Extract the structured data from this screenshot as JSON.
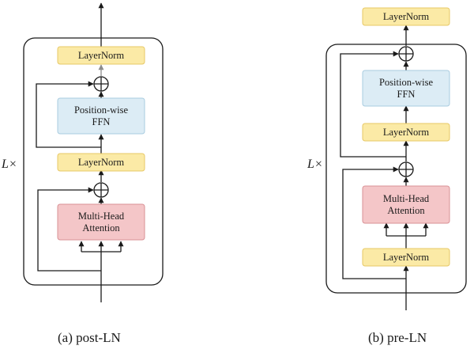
{
  "colors": {
    "layernorm_fill": "#fbeaa6",
    "layernorm_stroke": "#e7c866",
    "ffn_fill": "#dcecf5",
    "ffn_stroke": "#a9cce0",
    "attention_fill": "#f4c6c8",
    "attention_stroke": "#d99196",
    "line": "#1a1a1a",
    "arrow_gray": "#8c8c8c"
  },
  "left": {
    "layernorm_top": "LayerNorm",
    "ffn": [
      "Position-wise",
      "FFN"
    ],
    "layernorm_mid": "LayerNorm",
    "attention": [
      "Multi-Head",
      "Attention"
    ],
    "repeat_label": "L×",
    "caption": "(a)  post-LN"
  },
  "right": {
    "layernorm_top": "LayerNorm",
    "ffn": [
      "Position-wise",
      "FFN"
    ],
    "layernorm_mid": "LayerNorm",
    "attention": [
      "Multi-Head",
      "Attention"
    ],
    "layernorm_bottom": "LayerNorm",
    "repeat_label": "L×",
    "caption": "(b)  pre-LN"
  },
  "icons": {
    "add": "plus-circle-icon"
  }
}
